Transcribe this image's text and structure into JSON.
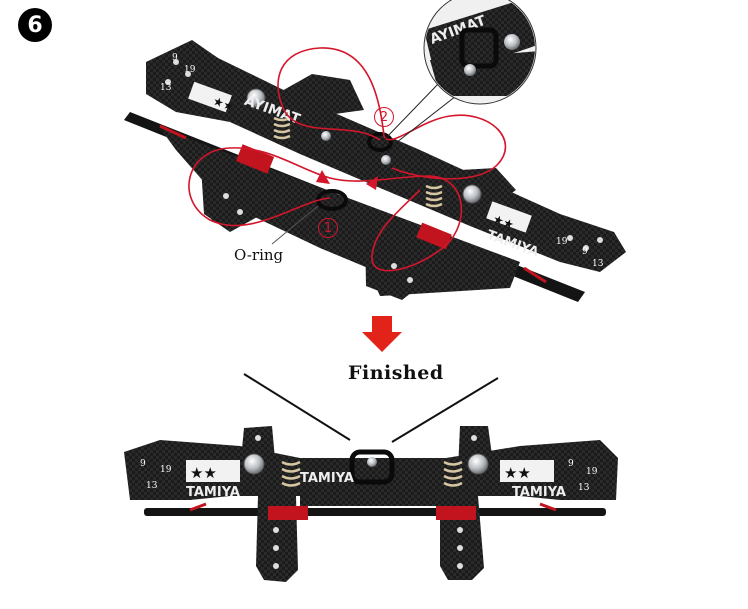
{
  "step_number": "6",
  "labels": {
    "oring": "O-ring",
    "finished": "Finished",
    "marker_1": "1",
    "marker_2": "2"
  },
  "plate_text": {
    "brand_reversed": "TAMIYA",
    "numbers": [
      "9",
      "19",
      "13"
    ]
  },
  "colors": {
    "annotation_red": "#d3162b",
    "carbon_dark": "#1c1c1c",
    "arrow_red": "#e2231a"
  }
}
